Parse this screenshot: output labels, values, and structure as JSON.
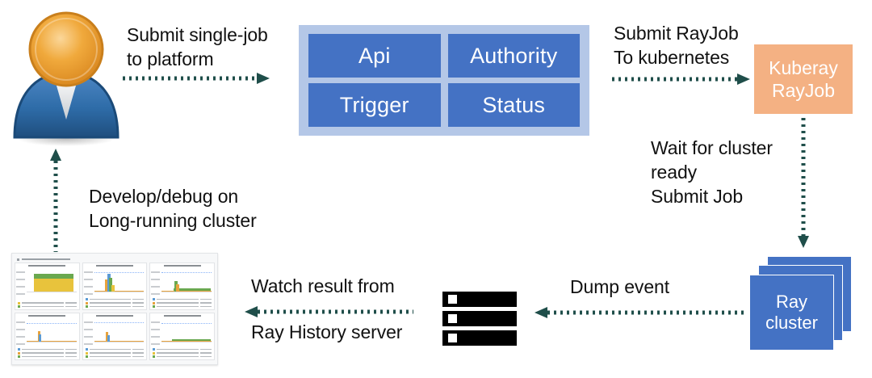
{
  "diagram": {
    "title": "Ray job submission architecture flow",
    "colors": {
      "panel_background": "#B4C7E7",
      "box_blue": "#4472C4",
      "box_orange": "#F4B183",
      "arrow_teal": "#1F4E4A",
      "text": "#111111",
      "white": "#FFFFFF"
    },
    "nodes": {
      "user": {
        "name": "user-avatar"
      },
      "platform": {
        "cells": [
          {
            "label": "Api"
          },
          {
            "label": "Authority"
          },
          {
            "label": "Trigger"
          },
          {
            "label": "Status"
          }
        ]
      },
      "kuberay": {
        "line1": "Kuberay",
        "line2": "RayJob"
      },
      "ray_cluster": {
        "line1": "Ray",
        "line2": "cluster",
        "card_count": 3
      },
      "history_server": {
        "name": "server-rack-icon",
        "bar_count": 3
      },
      "dashboard": {
        "name": "grafana-dashboard-thumbnail",
        "panel_count": 6
      }
    },
    "edges": [
      {
        "id": "submit-single-job",
        "label": "Submit single-job\nto platform",
        "direction": "right"
      },
      {
        "id": "submit-rayjob",
        "label": "Submit RayJob\nTo kubernetes",
        "direction": "right"
      },
      {
        "id": "wait-cluster-ready",
        "label": "Wait for cluster\nready\nSubmit Job",
        "direction": "down"
      },
      {
        "id": "dump-event",
        "label": "Dump event",
        "direction": "left"
      },
      {
        "id": "watch-result",
        "label_top": "Watch result from",
        "label_bottom": "Ray History server",
        "direction": "left"
      },
      {
        "id": "develop-debug",
        "label": "Develop/debug on\nLong-running cluster",
        "direction": "up"
      }
    ]
  }
}
